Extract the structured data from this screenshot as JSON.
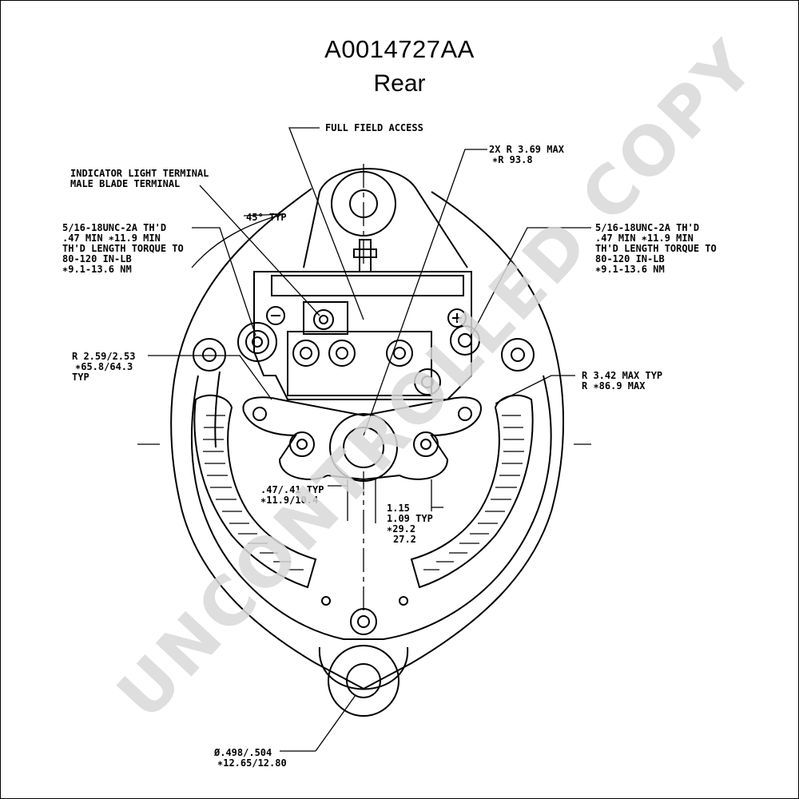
{
  "header": {
    "part_number": "A0014727AA",
    "view": "Rear"
  },
  "watermark": {
    "text": "UNCONTROLLED COPY",
    "color": "#d9d9d9"
  },
  "callouts": {
    "full_field_access": "FULL FIELD ACCESS",
    "mount_radius": [
      "2X R 3.69 MAX",
      "∗R 93.8"
    ],
    "indicator_terminal": [
      "INDICATOR LIGHT TERMINAL",
      "MALE BLADE TERMINAL"
    ],
    "angle": "45° TYP",
    "left_thread": [
      "5/16-18UNC-2A TH'D",
      ".47 MIN ∗11.9 MIN",
      "TH'D LENGTH TORQUE TO",
      "80-120 IN-LB",
      "∗9.1-13.6 NM"
    ],
    "right_thread": [
      "5/16-18UNC-2A TH'D",
      ".47 MIN ∗11.9 MIN",
      "TH'D LENGTH TORQUE TO",
      "80-120 IN-LB",
      "∗9.1-13.6 NM"
    ],
    "radius_left": [
      "R 2.59/2.53",
      "∗65.8/64.3",
      "TYP"
    ],
    "radius_right": [
      "R 3.42 MAX TYP",
      "R ∗86.9 MAX"
    ],
    "slot_width": [
      ".47/.41 TYP",
      "∗11.9/10.4"
    ],
    "offset": [
      "1.15",
      "1.09 TYP",
      "∗29.2",
      "27.2"
    ],
    "bore": [
      "Ø.498/.504",
      "∗12.65/12.80"
    ]
  }
}
